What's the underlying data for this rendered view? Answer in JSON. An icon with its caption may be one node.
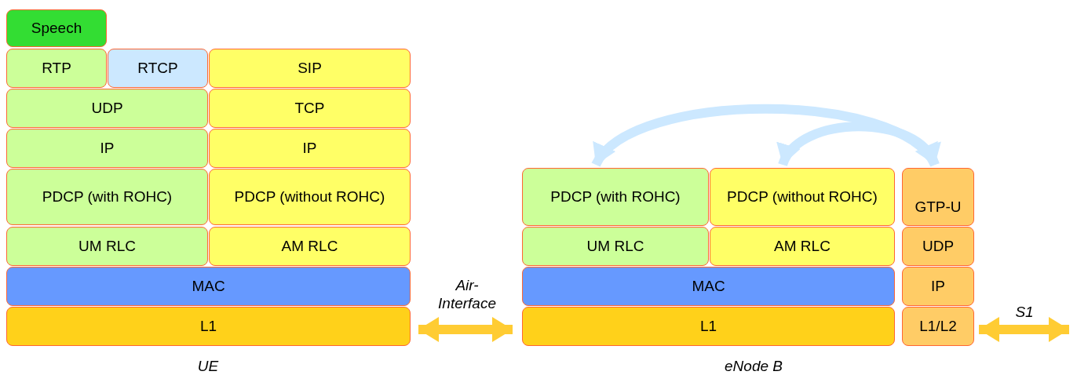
{
  "diagram": {
    "nodes": [
      {
        "text": [
          "Speech"
        ]
      },
      {
        "text": [
          "RTP"
        ]
      },
      {
        "text": [
          "RTCP"
        ]
      },
      {
        "text": [
          "SIP"
        ]
      },
      {
        "text": [
          "UDP"
        ]
      },
      {
        "text": [
          "TCP"
        ]
      },
      {
        "text": [
          "IP"
        ]
      },
      {
        "text": [
          "IP"
        ]
      },
      {
        "text": [
          "PDCP (with ROHC)"
        ]
      },
      {
        "text": [
          "PDCP (without ROHC)"
        ]
      },
      {
        "text": [
          "UM RLC"
        ]
      },
      {
        "text": [
          "AM RLC"
        ]
      },
      {
        "text": [
          "MAC"
        ]
      },
      {
        "text": [
          "L1"
        ]
      },
      {
        "text": [
          "PDCP (with ROHC)"
        ]
      },
      {
        "text": [
          "PDCP (without ROHC)"
        ]
      },
      {
        "text": [
          "GTP-U"
        ]
      },
      {
        "text": [
          "UM RLC"
        ]
      },
      {
        "text": [
          "AM RLC"
        ]
      },
      {
        "text": [
          "UDP"
        ]
      },
      {
        "text": [
          "MAC"
        ]
      },
      {
        "text": [
          "IP"
        ]
      },
      {
        "text": [
          "L1"
        ]
      },
      {
        "text": [
          "L1/L2"
        ]
      }
    ],
    "edges": [
      {
        "from": 16,
        "to": 14,
        "arrow": "both",
        "color": "#cce8ff"
      },
      {
        "from": 16,
        "to": 15,
        "arrow": "both",
        "color": "#cce8ff"
      },
      {
        "from": 13,
        "to": 22,
        "arrow": "both",
        "label": "Air- Interface",
        "color": "#ffcc33"
      },
      {
        "from": 23,
        "to": null,
        "arrow": "both",
        "label": "S1",
        "color": "#ffcc33"
      }
    ],
    "labels": [
      "UE",
      "eNode B"
    ]
  }
}
